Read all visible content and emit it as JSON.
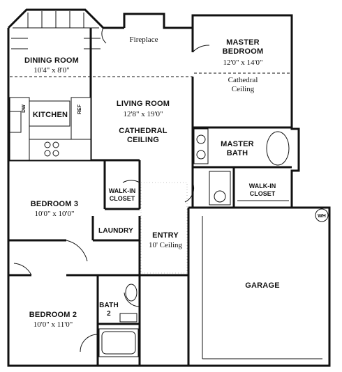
{
  "rooms": {
    "dining_room": {
      "name": "DINING ROOM",
      "dims": "10'4\" x 8'0\""
    },
    "fireplace": {
      "name": "Fireplace"
    },
    "master_bedroom": {
      "name_line1": "MASTER",
      "name_line2": "BEDROOM",
      "dims": "12'0\" x 14'0\"",
      "note_line1": "Cathedral",
      "note_line2": "Ceiling"
    },
    "kitchen": {
      "name": "KITCHEN",
      "dw": "DW",
      "ref": "REF"
    },
    "living_room": {
      "name": "LIVING ROOM",
      "dims": "12'8\" x 19'0\"",
      "note_line1": "CATHEDRAL",
      "note_line2": "CEILING"
    },
    "master_bath": {
      "name_line1": "MASTER",
      "name_line2": "BATH"
    },
    "walk_in_closet_master": {
      "name_line1": "WALK-IN",
      "name_line2": "CLOSET"
    },
    "bedroom_3": {
      "name": "BEDROOM 3",
      "dims": "10'0\" x 10'0\""
    },
    "walk_in_closet_bed3": {
      "name_line1": "WALK-IN",
      "name_line2": "CLOSET"
    },
    "laundry": {
      "name": "LAUNDRY"
    },
    "entry": {
      "name": "ENTRY",
      "note": "10' Ceiling"
    },
    "garage": {
      "name": "GARAGE",
      "wh": "WH"
    },
    "bath_2": {
      "name_line1": "BATH",
      "name_line2": "2"
    },
    "bedroom_2": {
      "name": "BEDROOM 2",
      "dims": "10'0\" x 11'0\""
    }
  }
}
